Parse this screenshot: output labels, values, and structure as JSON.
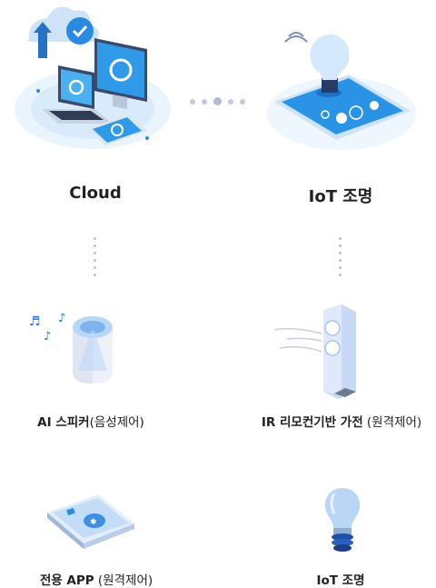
{
  "top": {
    "cloud_label": "Cloud",
    "iot_label": "IoT 조명"
  },
  "devices": [
    {
      "bold": "AI 스피커",
      "rest": "(음성제어)"
    },
    {
      "bold": "IR 리모컨기반 가전",
      "rest": " (원격제어)"
    },
    {
      "bold": "전용 APP",
      "rest": " (원격제어)"
    },
    {
      "bold": "IoT 조명",
      "rest": ""
    }
  ],
  "icons": [
    "cloud-computing-icon",
    "smart-bulb-tablet-icon",
    "ai-speaker-icon",
    "ir-appliance-icon",
    "mobile-app-icon",
    "bulb-icon"
  ],
  "colors": {
    "accent": "#1e88e5",
    "light_blue": "#cfe5fb",
    "dots": "#b8c0dc"
  }
}
